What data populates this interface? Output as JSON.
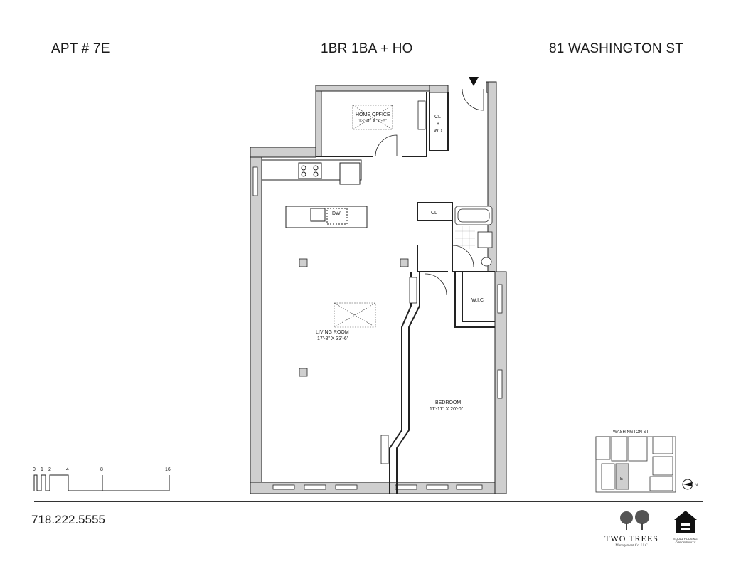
{
  "header": {
    "apartment": "APT # 7E",
    "unit_type": "1BR 1BA + HO",
    "address": "81 WASHINGTON ST"
  },
  "footer": {
    "phone": "718.222.5555",
    "brand_name": "TWO TREES",
    "brand_sub": "Management Co. LLC",
    "housing_badge": "EQUAL HOUSING OPPORTUNITY"
  },
  "rooms": {
    "home_office": {
      "name": "HOME OFFICE",
      "dims": "13'-0\" X 7'-6\""
    },
    "closet_wd": {
      "line1": "CL",
      "line2": "+",
      "line3": "WD"
    },
    "dishwasher": "DW",
    "bath_closet": "CL",
    "walk_in_closet": "W.I.C",
    "living_room": {
      "name": "LIVING ROOM",
      "dims": "17'-8\" X 33'-6\""
    },
    "bedroom": {
      "name": "BEDROOM",
      "dims": "11'-11\" X 20'-0\""
    }
  },
  "key_plan": {
    "street": "WASHINGTON ST",
    "unit_marker": "E",
    "north": "N"
  },
  "scale_bar": {
    "ticks": [
      "0",
      "1",
      "2",
      "4",
      "8",
      "16"
    ]
  }
}
